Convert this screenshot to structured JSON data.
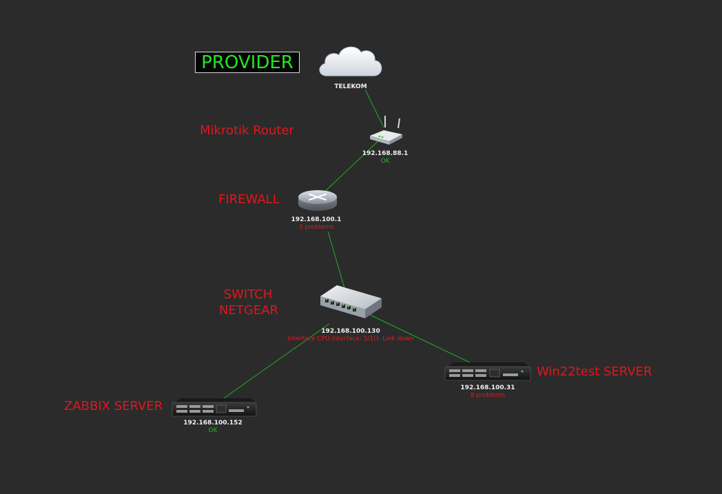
{
  "map": {
    "background": "#2b2b2b",
    "link_color": "#22b022",
    "problem_color": "#e21b1b",
    "ok_color": "#2db32d"
  },
  "provider_label": "PROVIDER",
  "nodes": {
    "telekom": {
      "label": "TELEKOM",
      "icon": "cloud-icon"
    },
    "router": {
      "label": "192.168.88.1",
      "status": "OK",
      "icon": "wifi-router-icon"
    },
    "firewall": {
      "label": "192.168.100.1",
      "status": "3 problems",
      "icon": "router-icon"
    },
    "switch": {
      "label": "192.168.100.130",
      "status": "Interface CPU Interface: 5/1(): Link down",
      "icon": "network-switch-icon"
    },
    "zabbix": {
      "label": "192.168.100.152",
      "status": "OK",
      "icon": "rack-server-icon"
    },
    "win22": {
      "label": "192.168.100.31",
      "status": "8 problems",
      "icon": "rack-server-icon"
    }
  },
  "captions": {
    "mikrotik": "Mikrotik Router",
    "firewall": "FIREWALL",
    "switch_line1": "SWITCH",
    "switch_line2": "NETGEAR",
    "zabbix": "ZABBIX SERVER",
    "win22": "Win22test SERVER"
  }
}
